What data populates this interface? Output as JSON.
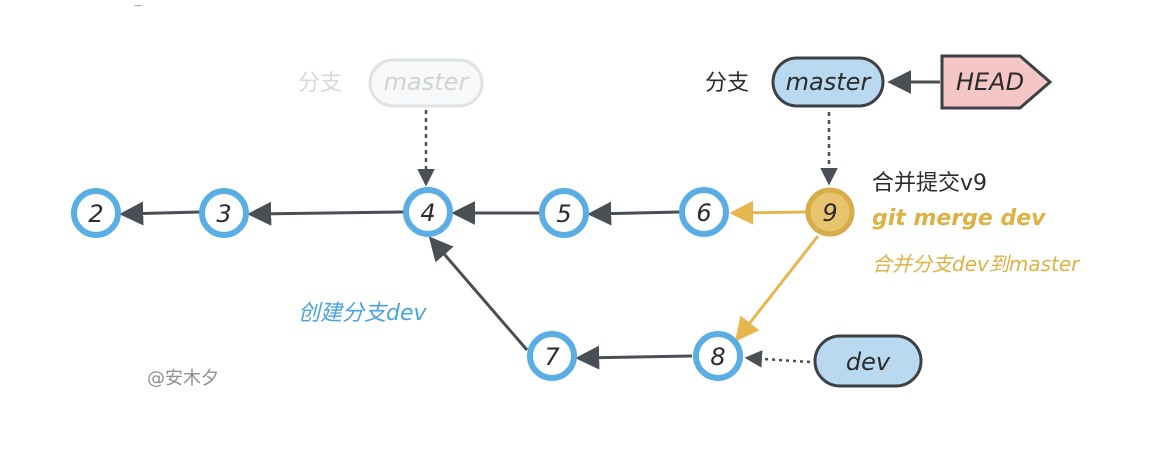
{
  "top_fragment": "—",
  "ghost_branch": {
    "prefix": "分支",
    "name": "master"
  },
  "master_branch": {
    "prefix": "分支",
    "name": "master"
  },
  "head": {
    "label": "HEAD"
  },
  "dev_branch": {
    "name": "dev"
  },
  "commits": [
    "2",
    "3",
    "4",
    "5",
    "6",
    "7",
    "8",
    "9"
  ],
  "annotations": {
    "merge_commit": "合并提交v9",
    "merge_command": "git merge dev",
    "merge_desc": "合并分支dev到master",
    "create_branch": "创建分支dev",
    "watermark": "@安木夕"
  },
  "colors": {
    "commit_ring": "#5aaee3",
    "merge_commit_fill": "#e8c46e",
    "merge_commit_ring": "#d7ac4a",
    "arrow": "#4a4f55",
    "merge_arrow": "#e6b64f",
    "branch_fill": "#b9d9f1",
    "head_fill": "#f4c7c6",
    "ghost_stroke": "#dfe3e6",
    "blue_text": "#4aa3df",
    "gold_text": "#ddb245",
    "gray_text": "#8a8f94"
  }
}
